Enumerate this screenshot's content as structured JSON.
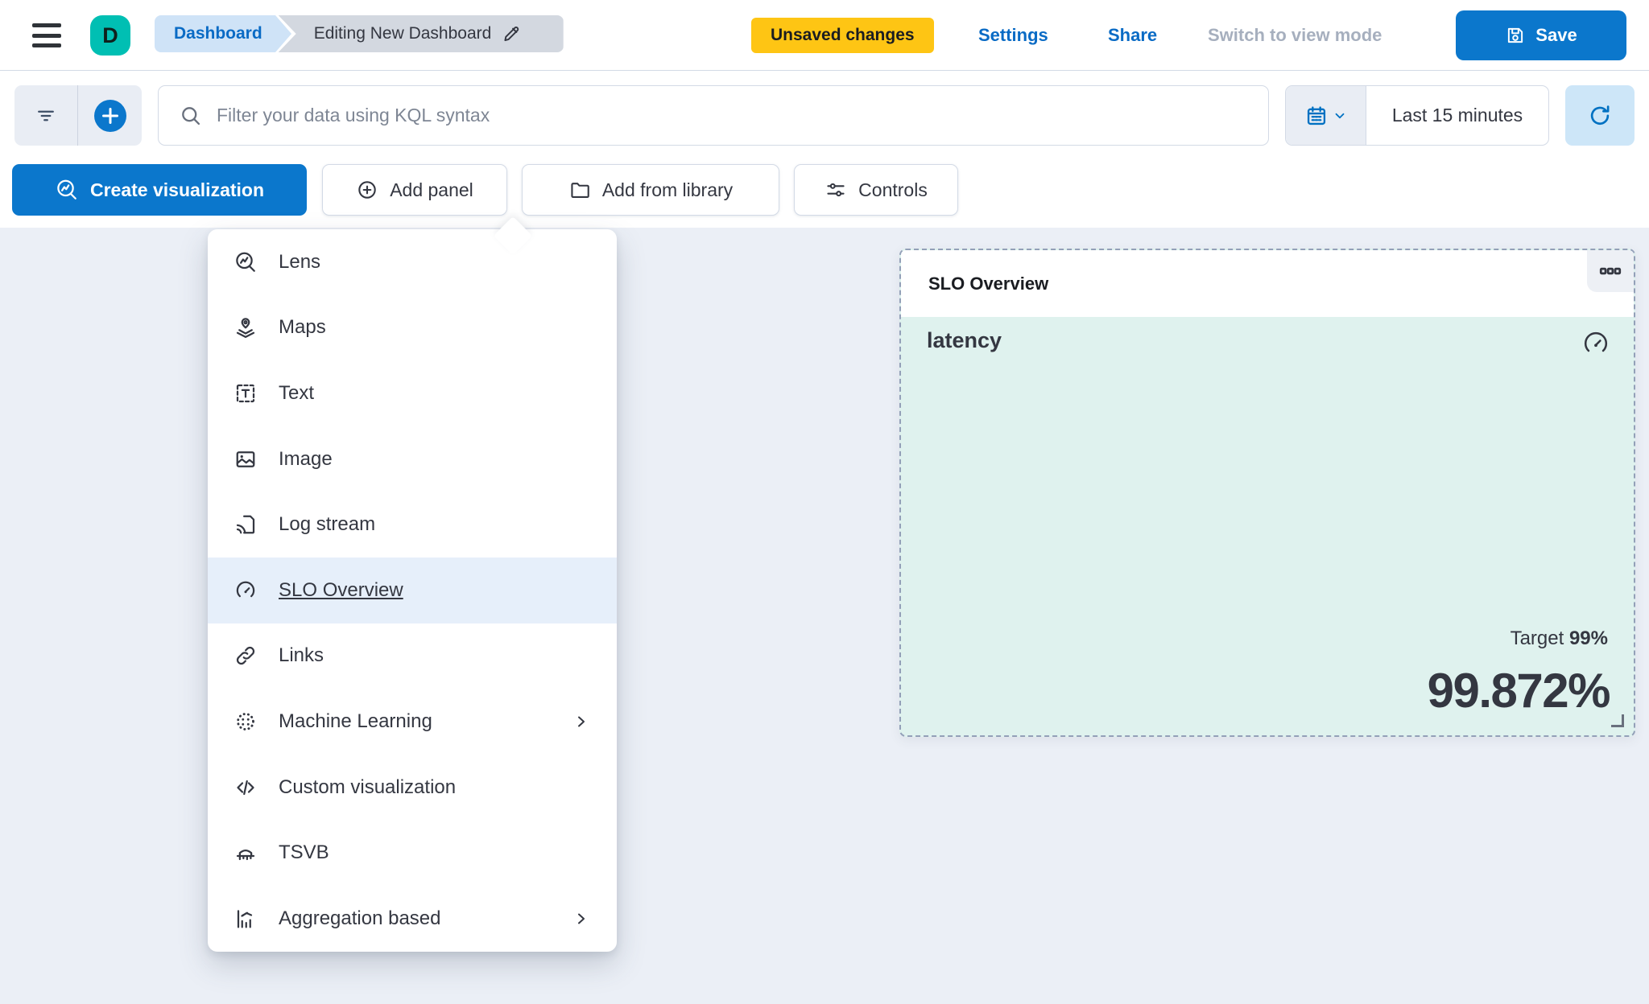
{
  "topbar": {
    "space_letter": "D",
    "breadcrumbs": [
      "Dashboard",
      "Editing New Dashboard"
    ],
    "unsaved_badge": "Unsaved changes",
    "settings_label": "Settings",
    "share_label": "Share",
    "view_mode_label": "Switch to view mode",
    "save_label": "Save"
  },
  "querybar": {
    "kql_placeholder": "Filter your data using KQL syntax",
    "time_range": "Last 15 minutes"
  },
  "toolbar": {
    "create_visualization_label": "Create visualization",
    "add_panel_label": "Add panel",
    "add_from_library_label": "Add from library",
    "controls_label": "Controls"
  },
  "add_panel_menu": {
    "items": [
      {
        "label": "Lens",
        "icon": "lens-icon",
        "has_submenu": false,
        "selected": false
      },
      {
        "label": "Maps",
        "icon": "maps-icon",
        "has_submenu": false,
        "selected": false
      },
      {
        "label": "Text",
        "icon": "text-icon",
        "has_submenu": false,
        "selected": false
      },
      {
        "label": "Image",
        "icon": "image-icon",
        "has_submenu": false,
        "selected": false
      },
      {
        "label": "Log stream",
        "icon": "log-stream-icon",
        "has_submenu": false,
        "selected": false
      },
      {
        "label": "SLO Overview",
        "icon": "gauge-icon",
        "has_submenu": false,
        "selected": true
      },
      {
        "label": "Links",
        "icon": "link-icon",
        "has_submenu": false,
        "selected": false
      },
      {
        "label": "Machine Learning",
        "icon": "machine-learning-icon",
        "has_submenu": true,
        "selected": false
      },
      {
        "label": "Custom visualization",
        "icon": "code-icon",
        "has_submenu": false,
        "selected": false
      },
      {
        "label": "TSVB",
        "icon": "tsvb-icon",
        "has_submenu": false,
        "selected": false
      },
      {
        "label": "Aggregation based",
        "icon": "aggregation-icon",
        "has_submenu": true,
        "selected": false
      }
    ]
  },
  "slo_panel": {
    "header_title": "SLO Overview",
    "slo_name": "latency",
    "target_label": "Target",
    "target_value": "99%",
    "sli_value": "99.872%"
  },
  "colors": {
    "primary_blue": "#0b77cc",
    "icon_blue": "#0071c2",
    "link_blue": "#0a6bc5",
    "badge_yellow": "#fec514",
    "avatar_teal": "#00bfb3",
    "panel_mint": "#dff2ee",
    "canvas_gray": "#ebeff6",
    "text_dark": "#343741",
    "border_gray": "#d3dae6",
    "menu_selected_bg": "#e6effa"
  }
}
